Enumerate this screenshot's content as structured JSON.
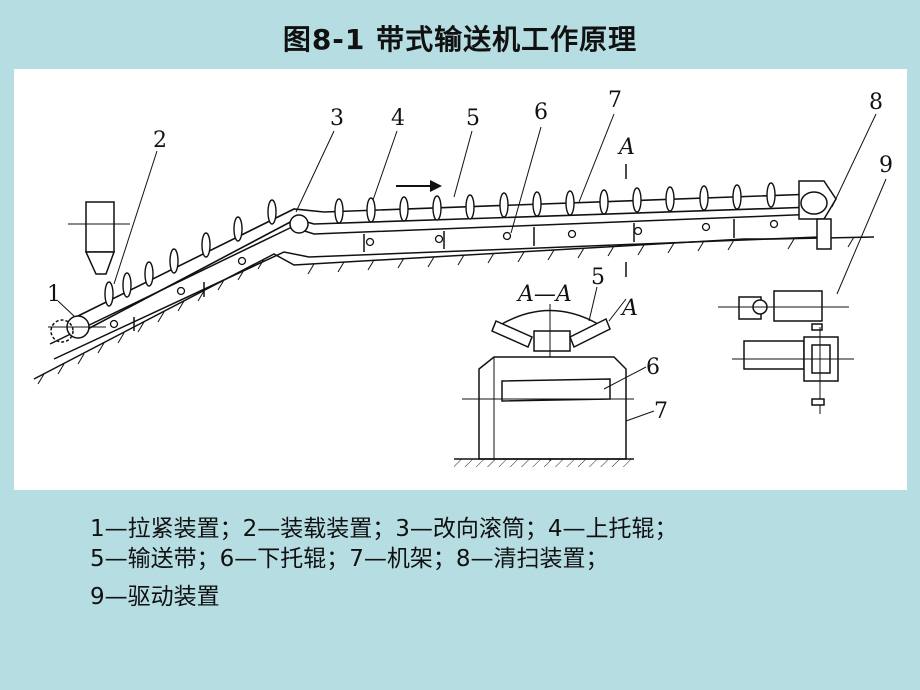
{
  "title": "图8-1  带式输送机工作原理",
  "diagram": {
    "labels": [
      "1",
      "2",
      "3",
      "4",
      "5",
      "6",
      "7",
      "8",
      "9"
    ],
    "section_mark": "A",
    "section_title": "A—A",
    "section_labels": [
      "5",
      "A",
      "6",
      "7"
    ],
    "direction_icon": "arrow-right-icon"
  },
  "legend": {
    "line1": "1—拉紧装置；2—装载装置；3—改向滚筒；4—上托辊；",
    "line2": "5—输送带；6—下托辊；7—机架；8—清扫装置；",
    "line3": "9—驱动装置"
  },
  "colors": {
    "background": "#b6dde2",
    "figure_bg": "#ffffff",
    "ink": "#111111"
  }
}
